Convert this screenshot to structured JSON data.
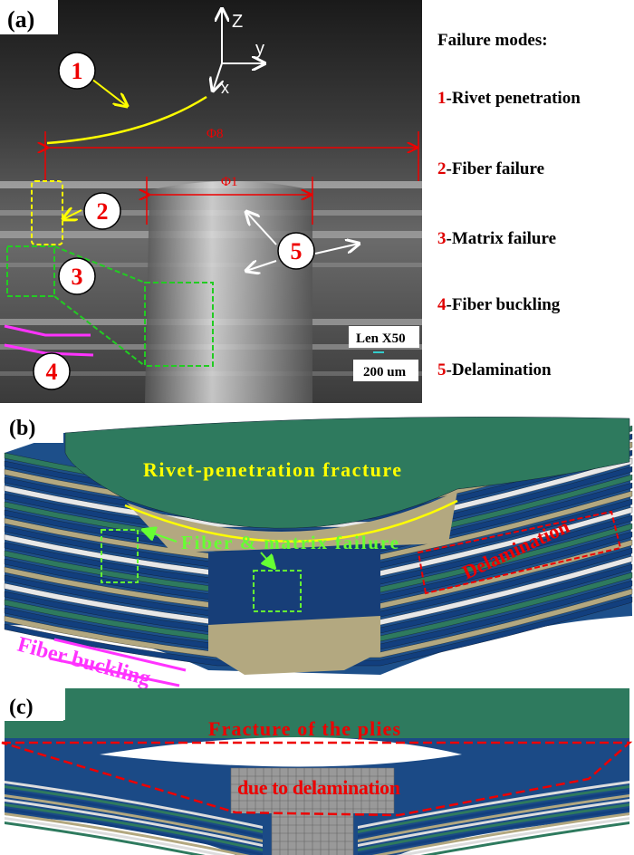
{
  "panel_a": {
    "label": "(a)",
    "axes": {
      "z": "Z",
      "y": "y",
      "x": "x"
    },
    "dimensions": {
      "outer": "Φ8",
      "inner": "Φ1"
    },
    "markers": [
      "1",
      "2",
      "3",
      "4",
      "5"
    ],
    "scale": {
      "lens": "Len X50",
      "bar": "200 um"
    }
  },
  "legend": {
    "title": "Failure modes:",
    "items": [
      {
        "num": "1",
        "text": "-Rivet penetration"
      },
      {
        "num": "2",
        "text": "-Fiber failure"
      },
      {
        "num": "3",
        "text": "-Matrix failure"
      },
      {
        "num": "4",
        "text": "-Fiber buckling"
      },
      {
        "num": "5",
        "text": "-Delamination"
      }
    ]
  },
  "panel_b": {
    "label": "(b)",
    "annotations": {
      "rivet": "Rivet-penetration fracture",
      "fiber_matrix": "Fiber & matrix failure",
      "delamination": "Delamination",
      "buckling": "Fiber buckling"
    }
  },
  "panel_c": {
    "label": "(c)",
    "annotation_line1": "Fracture of the plies",
    "annotation_line2": "due to delamination"
  },
  "colors": {
    "green": "#2e7a5e",
    "navy": "#123f7e",
    "tan": "#b3a880",
    "red": "#e00000",
    "yellow": "#f0f000",
    "lime": "#66ff33",
    "magenta": "#ff33ff"
  }
}
